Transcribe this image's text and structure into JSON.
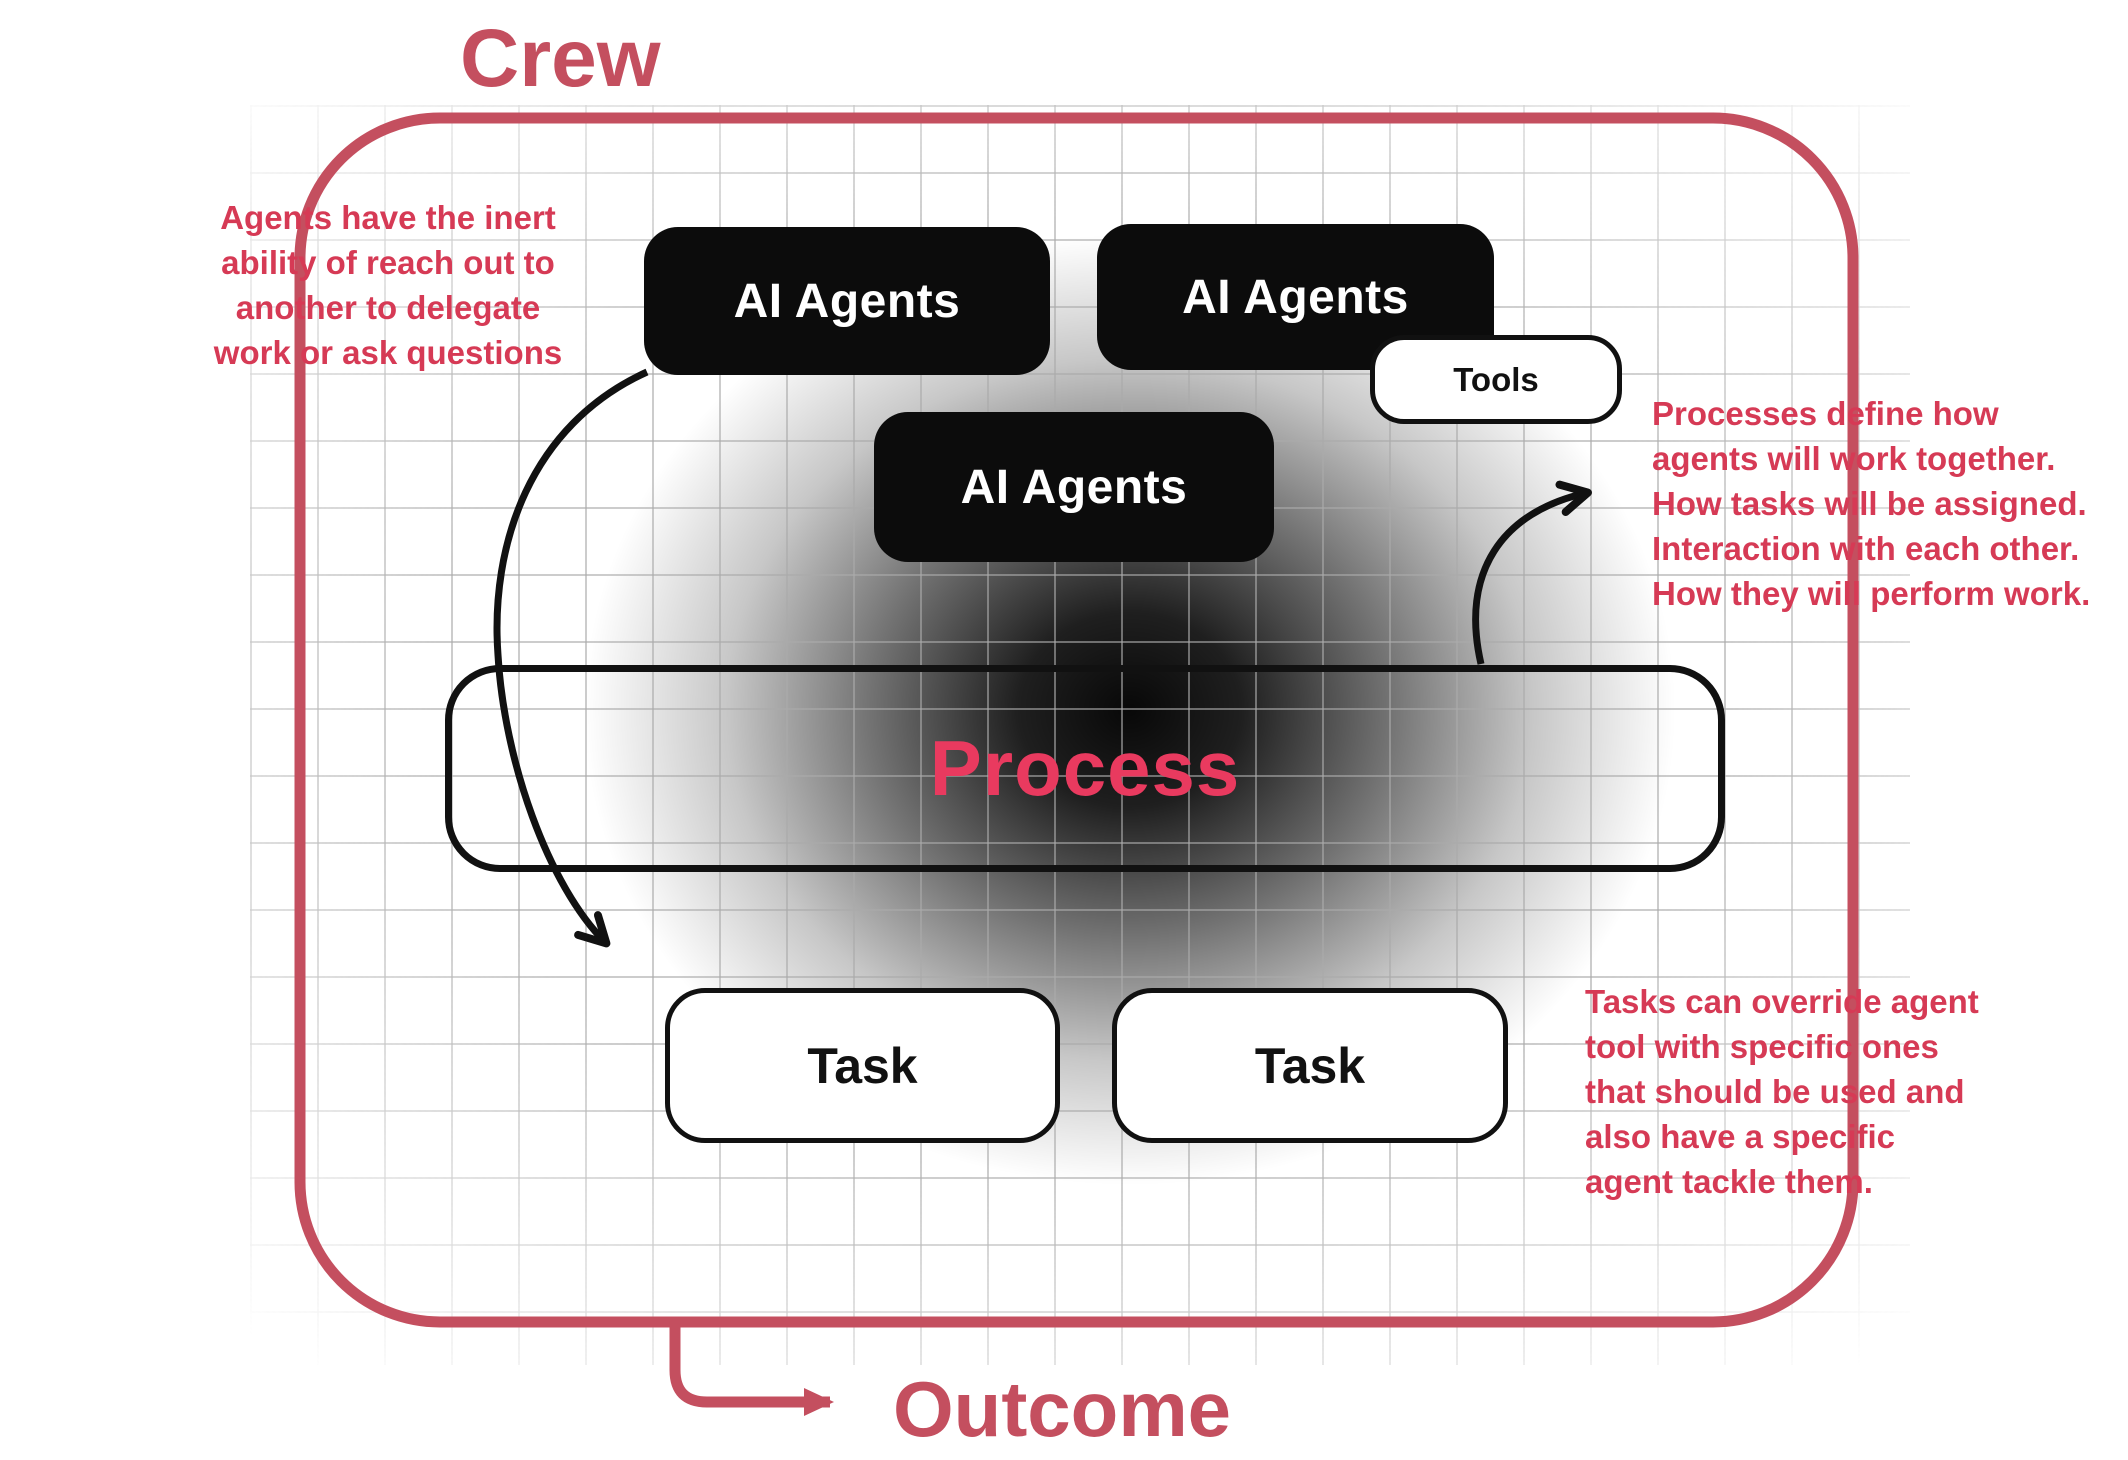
{
  "title": "Crew",
  "outcome": "Outcome",
  "nodes": {
    "agent1": "AI Agents",
    "agent2": "AI Agents",
    "agent3": "AI Agents",
    "tools": "Tools",
    "process": "Process",
    "task1": "Task",
    "task2": "Task"
  },
  "annotations": {
    "delegate": "Agents have the inert\nability of reach out to\nanother to delegate\nwork or ask questions",
    "process": "Processes define how\nagents will work together.\nHow tasks will be assigned.\nInteraction with each other.\nHow they will perform work.",
    "tasks": "Tasks can override agent\ntool with specific ones\nthat should be used and\nalso have a specific\nagent tackle them."
  },
  "colors": {
    "crew_border_red": "#c44f5f",
    "process_pink": "#e93a5f",
    "annotation_red": "#d63a55",
    "node_black": "#0c0c0c",
    "arrow_black": "#111111"
  }
}
